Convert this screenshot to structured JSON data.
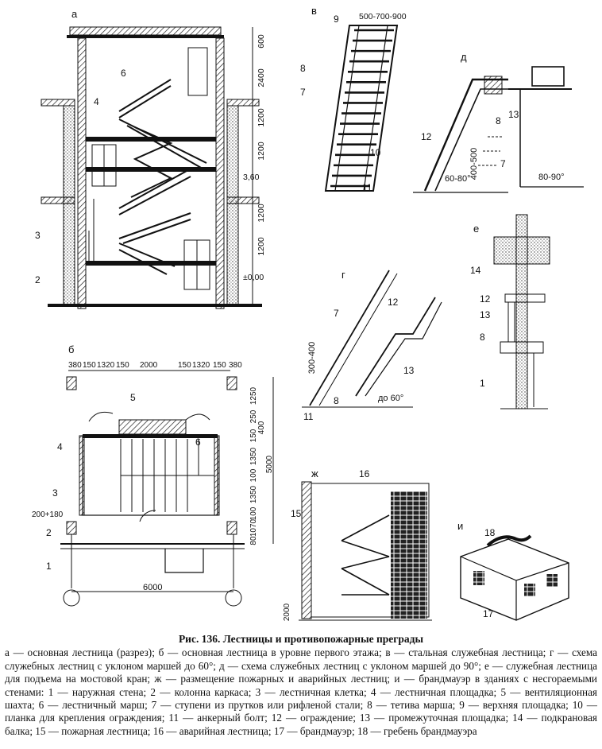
{
  "panels": {
    "a": "а",
    "b": "б",
    "v": "в",
    "g": "г",
    "d": "д",
    "e": "е",
    "zh": "ж",
    "i": "и"
  },
  "dims_a": [
    "600",
    "2400",
    "1200",
    "1200",
    "3,60",
    "1200",
    "1200",
    "±0,00"
  ],
  "dims_b_top": [
    "380",
    "150",
    "1320",
    "150",
    "2000",
    "150",
    "1320",
    "150",
    "380"
  ],
  "dims_b_right": [
    "1250",
    "250",
    "400",
    "150",
    "1350",
    "100",
    "1350",
    "100",
    "5000",
    "1070",
    "80"
  ],
  "dims_b_other": [
    "200+180",
    "6000"
  ],
  "dims_v": [
    "500-700-900"
  ],
  "dims_d": [
    "400-500",
    "60-80°",
    "80-90°"
  ],
  "dims_g": [
    "300-400",
    "до 60°"
  ],
  "dims_zh": [
    "2000"
  ],
  "labels": {
    "a": [
      "6",
      "4",
      "3",
      "2"
    ],
    "b": [
      "5",
      "4",
      "6",
      "3",
      "2",
      "1"
    ],
    "v": [
      "9",
      "8",
      "7",
      "10",
      "11"
    ],
    "d": [
      "12",
      "8",
      "13",
      "7"
    ],
    "g": [
      "7",
      "12",
      "13",
      "8",
      "11"
    ],
    "e": [
      "14",
      "12",
      "13",
      "8",
      "1"
    ],
    "zh": [
      "16",
      "15"
    ],
    "i": [
      "18",
      "17"
    ]
  },
  "caption": {
    "title": "Рис. 136. Лестницы и противопожарные преграды",
    "text": "а — основная лестница (разрез); б — основная лестница в уровне первого этажа; в — стальная служебная лестница; г — схема служебных лестниц с уклоном маршей до 60°; д — схема служебных лестниц с уклоном маршей до 90°; е — служебная лестница для подъема на мостовой кран; ж — размещение пожарных и аварийных лестниц; и — брандмауэр в зданиях с несгораемыми стенами: 1 — наружная стена; 2 — колонна каркаса; 3 — лестничная клетка; 4 — лестничная площадка; 5 — вентиляционная шахта; 6 — лестничный марш; 7 — ступени из прутков или рифленой стали; 8 — тетива марша; 9 — верхняя площадка; 10 — планка для крепления ограждения; 11 — анкерный болт; 12 — ограждение; 13 — промежуточная площадка; 14 — подкрановая балка; 15 — пожарная лестница; 16 — аварийная лестница; 17 — брандмауэр; 18 — гребень брандмауэра"
  }
}
